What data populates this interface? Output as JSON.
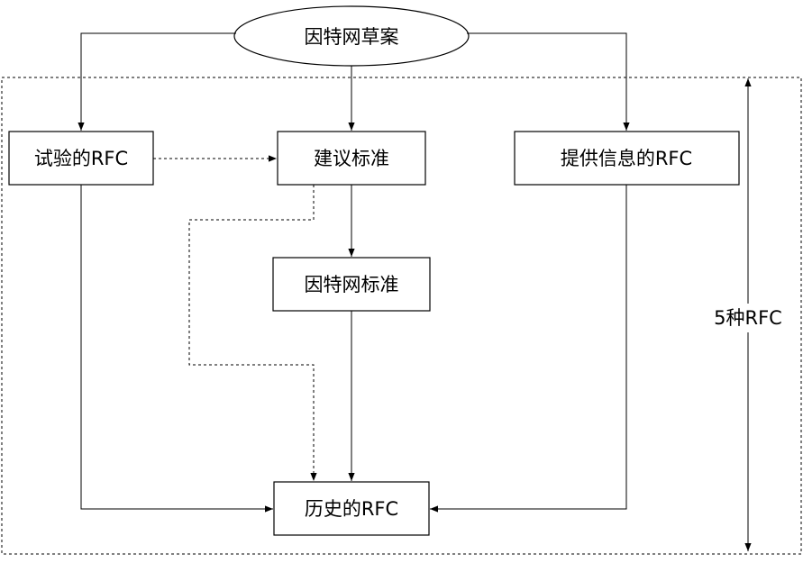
{
  "diagram": {
    "top_node": "因特网草案",
    "nodes": {
      "experimental_rfc": "试验的RFC",
      "proposed_standard": "建议标准",
      "informational_rfc": "提供信息的RFC",
      "internet_standard": "因特网标准",
      "historic_rfc": "历史的RFC"
    },
    "group_label": "5种RFC"
  }
}
